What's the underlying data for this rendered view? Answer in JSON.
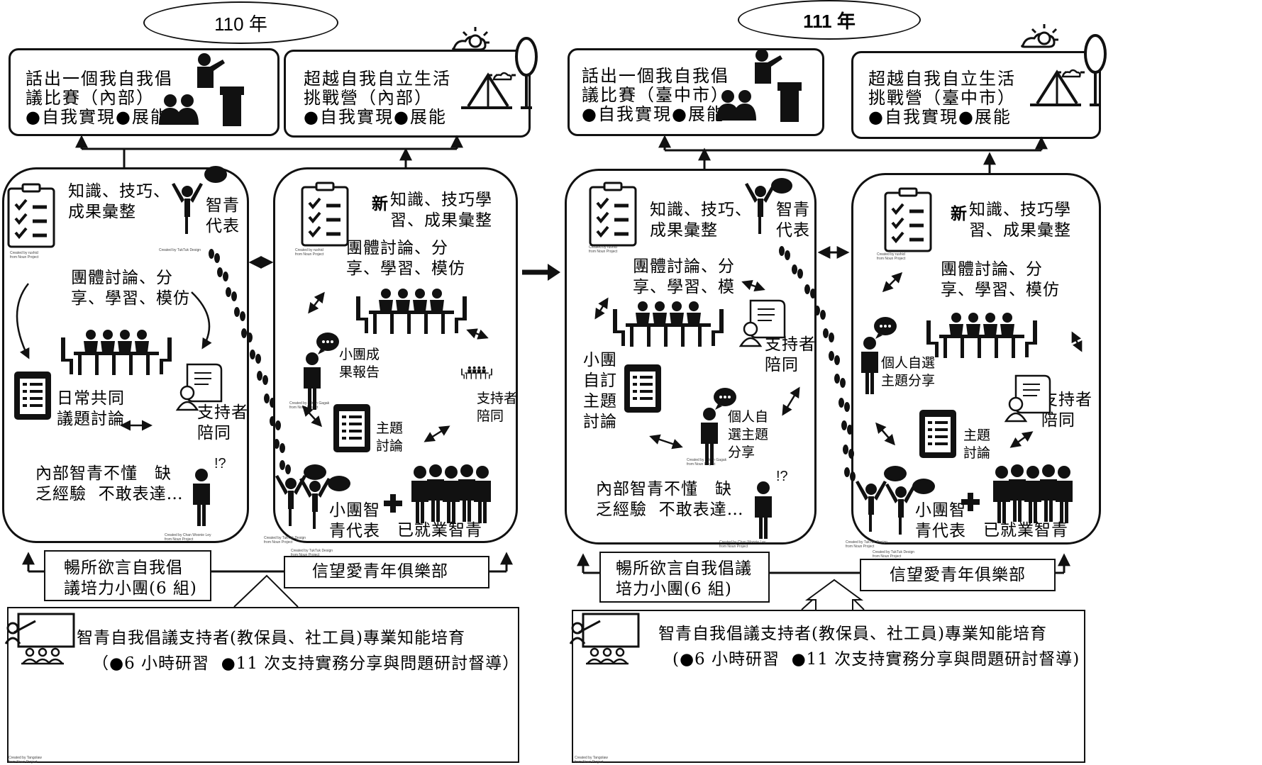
{
  "years": {
    "left": "110 年",
    "right": "111 年"
  },
  "left": {
    "event_speech": "話出一個我自我倡\n議比賽（內部）\n●自我實現●展能",
    "event_camp": "超越自我自立生活\n挑戰營（內部）\n●自我實現●展能",
    "kb_a": "知識、技巧、\n成果彙整",
    "rep_a": "智青\n代表",
    "discuss_a": "團體討論、分\n享、學習、模仿",
    "daily": "日常共同\n議題討論",
    "supporter_a": "支持者\n陪同",
    "problem": "內部智青不懂　缺\n乏經驗  不敢表達…",
    "kb_b_bold": "新",
    "kb_b": "知識、技巧學\n習、成果彙整",
    "discuss_b": "團體討論、分\n享、學習、模仿",
    "group_report": "小團成\n果報告",
    "supporter_b": "支持者\n陪同",
    "topic": "主題\n討論",
    "small_rep": "小團智\n青代表",
    "employed": "已就業智青",
    "group_a": "暢所欲言自我倡\n議培力小團(6 組)",
    "group_b": "信望愛青年俱樂部",
    "training": "智青自我倡議支持者(教保員、社工員)專業知能培育",
    "training_sub": "（●6 小時研習  ●11 次支持實務分享與問題研討督導）"
  },
  "right": {
    "event_speech": "話出一個我自我倡\n議比賽（臺中市）\n●自我實現●展能",
    "event_camp": "超越自我自立生活\n挑戰營（臺中市）\n●自我實現●展能",
    "kb_a": "知識、技巧、\n成果彙整",
    "rep_a": "智青\n代表",
    "discuss_a": "團體討論、分\n享、學習、模",
    "self_topic": "小團\n自訂\n主題\n討論",
    "supporter_a": "支持者\n陪同",
    "personal_a": "個人自\n選主題\n分享",
    "problem": "內部智青不懂　缺\n乏經驗  不敢表達…",
    "kb_b_bold": "新",
    "kb_b": "知識、技巧學\n習、成果彙整",
    "discuss_b": "團體討論、分\n享、學習、模仿",
    "personal_b": "個人自選\n主題分享",
    "supporter_b": "支持者\n陪同",
    "topic": "主題\n討論",
    "small_rep": "小團智\n青代表",
    "employed": "已就業智青",
    "group_a": "暢所欲言自我倡議\n培力小團(6 組)",
    "group_b": "信望愛青年俱樂部",
    "training": "智青自我倡議支持者(教保員、社工員)專業知能培育",
    "training_sub": "(●6 小時研習  ●11 次支持實務分享與問題研討督導)"
  },
  "credits": {
    "c1": "Created by rushicl\nfrom Noun Project",
    "c2": "Created by TukTuk Design",
    "c3": "Created by Adnan Gagak\nfrom Noun Project",
    "c4": "Created by Chan Woonie Ley\nfrom Noun Project",
    "c5": "Created by TukTuk Design\nfrom Noun Project",
    "c6": "Created by Tangolaw\nfrom Noun Project"
  },
  "icons": [
    "checklist-icon",
    "cheering-person-icon",
    "meeting-table-icon",
    "scroll-supporter-icon",
    "document-icon",
    "speech-person-icon",
    "confused-person-icon",
    "crowd-icon",
    "plus-icon",
    "teacher-board-icon",
    "speaker-podium-icon",
    "camp-tent-icon",
    "footsteps-icon"
  ]
}
